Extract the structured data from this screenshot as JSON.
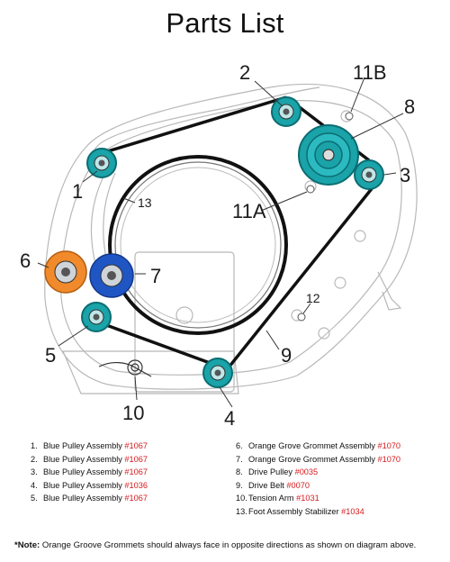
{
  "title": "Parts List",
  "callouts": {
    "c1": "1",
    "c2": "2",
    "c3": "3",
    "c4": "4",
    "c5": "5",
    "c6": "6",
    "c7": "7",
    "c8": "8",
    "c9": "9",
    "c10": "10",
    "c11a": "11A",
    "c11b": "11B",
    "c12": "12",
    "c13": "13"
  },
  "colors": {
    "teal": "#1aa3a8",
    "orange": "#f08a2b",
    "blue": "#1f56c4",
    "belt": "#111111",
    "code_red": "#d7191c"
  },
  "parts_left": [
    {
      "num": "1.",
      "name": "Blue Pulley Assembly",
      "code": "#1067"
    },
    {
      "num": "2.",
      "name": "Blue Pulley Assembly",
      "code": "#1067"
    },
    {
      "num": "3.",
      "name": "Blue Pulley Assembly",
      "code": "#1067"
    },
    {
      "num": "4.",
      "name": "Blue Pulley Assembly",
      "code": "#1036"
    },
    {
      "num": "5.",
      "name": "Blue Pulley Assembly",
      "code": "#1067"
    }
  ],
  "parts_right": [
    {
      "num": "6.",
      "name": "Orange Grove Grommet Assembly",
      "code": "#1070"
    },
    {
      "num": "7.",
      "name": "Orange Grove Grommet Assembly",
      "code": "#1070"
    },
    {
      "num": "8.",
      "name": "Drive Pulley",
      "code": "#0035"
    },
    {
      "num": "9.",
      "name": "Drive Belt",
      "code": "#0070"
    },
    {
      "num": "10.",
      "name": "Tension Arm",
      "code": "#1031"
    },
    {
      "num": "13.",
      "name": "Foot Assembly Stabilizer",
      "code": "#1034"
    }
  ],
  "note": {
    "label": "*Note:",
    "text": " Orange Groove Grommets should always face in opposite directions as shown on diagram above."
  }
}
